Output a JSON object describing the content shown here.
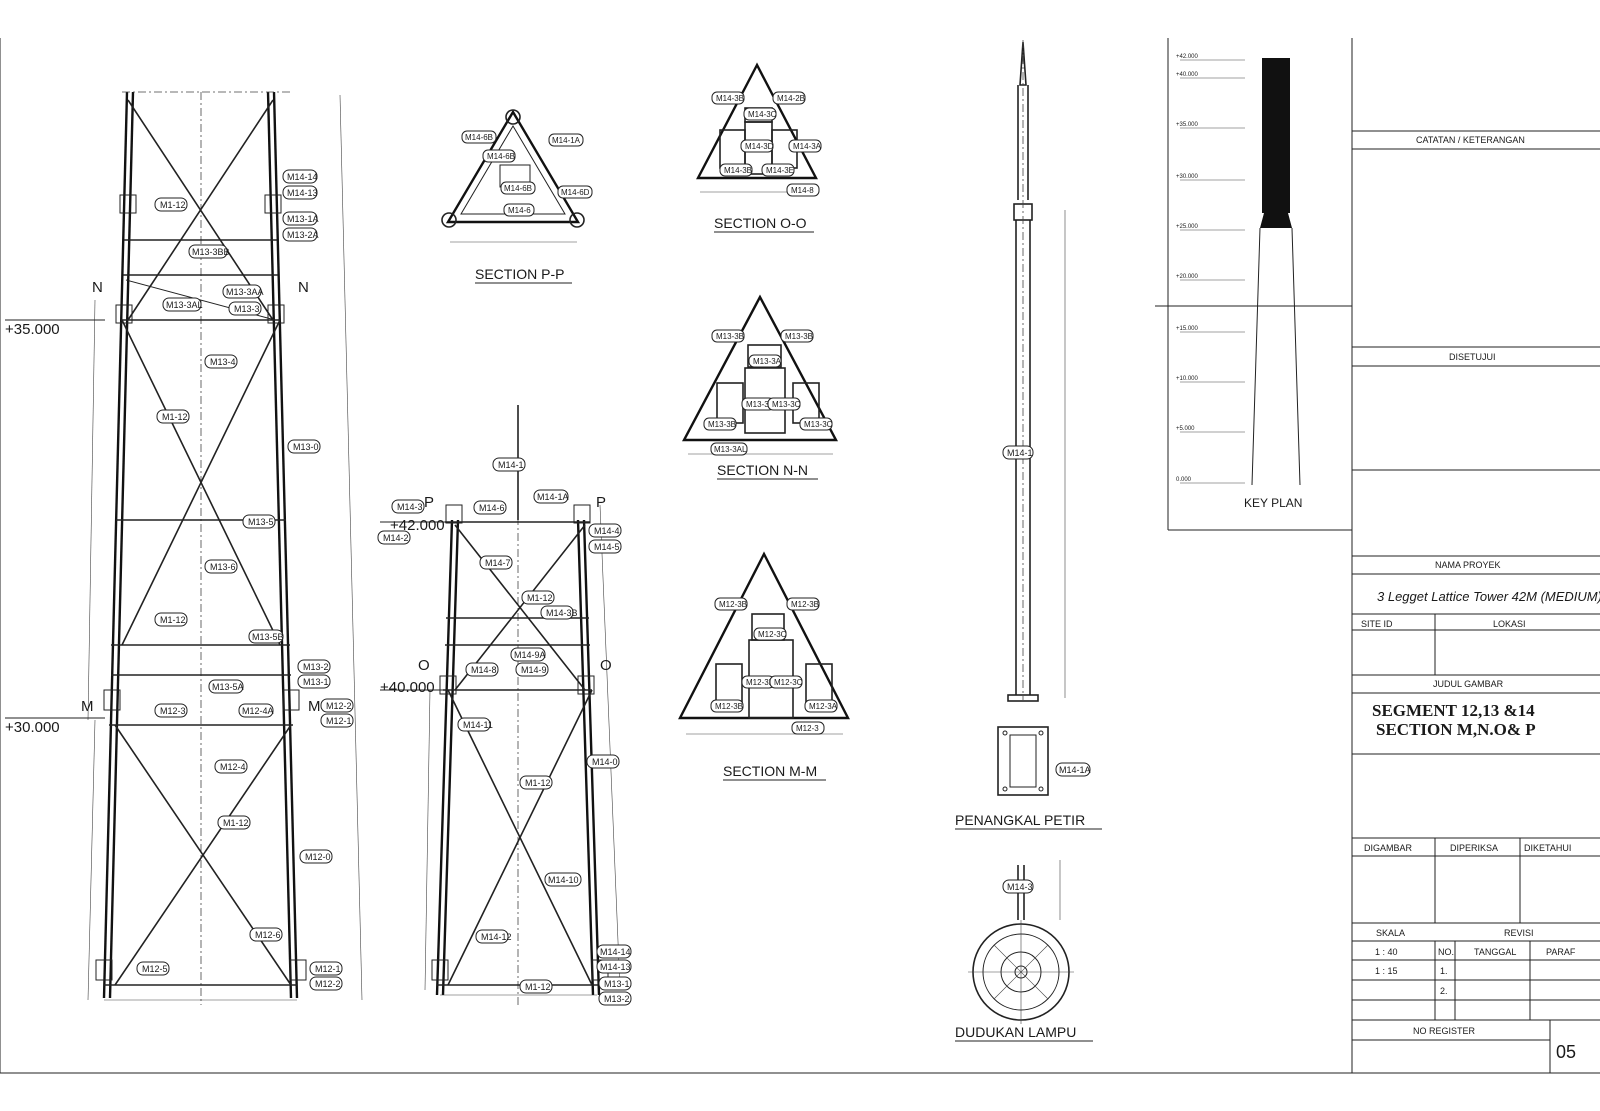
{
  "elevations": {
    "left": [
      "+35.000",
      "+30.000"
    ],
    "middle": [
      "+42.000",
      "+40.000"
    ]
  },
  "section_cut_marks": [
    "N",
    "N",
    "M",
    "M",
    "P",
    "P",
    "O",
    "O"
  ],
  "sections": {
    "pp": "SECTION P-P",
    "oo": "SECTION O-O",
    "nn": "SECTION N-N",
    "mm": "SECTION M-M"
  },
  "details": {
    "petir": "PENANGKAL PETIR",
    "lampu": "DUDUKAN LAMPU",
    "key_plan": "KEY PLAN"
  },
  "member_tags": {
    "left_tower": [
      "M14-14",
      "M14-13",
      "M13-1A",
      "M13-2A",
      "M1-12",
      "M13-3BB",
      "M13-3AL",
      "M13-3AA",
      "M13-3",
      "M1-12",
      "M13-4",
      "M13-5",
      "M13-6",
      "M13-0",
      "M1-12",
      "M13-5B",
      "M13-5A",
      "M13-2",
      "M13-1",
      "M12-3",
      "M12-4A",
      "M12-2",
      "M12-1",
      "M12-4",
      "M1-12",
      "M12-0",
      "M12-6",
      "M12-5",
      "M12-1",
      "M12-2"
    ],
    "mid_tower": [
      "M14-3",
      "M14-2",
      "M14-6",
      "M14-1A",
      "M14-4",
      "M14-5",
      "M14-7",
      "M1-12",
      "M14-3B",
      "M14-9A",
      "M14-8",
      "M14-9",
      "M14-11",
      "M1-12",
      "M14-0",
      "M14-10",
      "M14-12",
      "M1-12",
      "M14-14",
      "M14-13",
      "M13-1",
      "M13-2",
      "M14-1"
    ],
    "section_pp": [
      "M14-6B",
      "M14-6B",
      "M14-1A",
      "M14-6",
      "M14-6B",
      "M14-6D"
    ],
    "section_oo": [
      "M14-3B",
      "M14-2B",
      "M14-3C",
      "M14-3D",
      "M14-3B",
      "M14-3A",
      "M14-3E",
      "M14-8"
    ],
    "section_nn": [
      "M13-3B",
      "M13-3B",
      "M13-3A",
      "M13-3B",
      "M13-3D",
      "M13-3C",
      "M13-3C",
      "M13-3AL"
    ],
    "section_mm": [
      "M12-3B",
      "M12-3B",
      "M12-3C",
      "M12-3B",
      "M12-3D",
      "M12-3C",
      "M12-3A",
      "M12-3"
    ],
    "petir": [
      "M14-1",
      "M14-1A"
    ],
    "lampu": [
      "M14-3"
    ]
  },
  "key_plan_levels": [
    "+42.000",
    "+40.000",
    "+35.000",
    "+30.000",
    "+25.000",
    "+20.000",
    "+15.000",
    "+10.000",
    "+5.000",
    "0.000"
  ],
  "title_block": {
    "catatan": "CATATAN / KETERANGAN",
    "disetujui": "DISETUJUI",
    "nama_proyek_label": "NAMA PROYEK",
    "nama_proyek": "3 Legget Lattice Tower 42M (MEDIUM)",
    "site_id": "SITE ID",
    "lokasi": "LOKASI",
    "judul_label": "JUDUL GAMBAR",
    "judul_line1": "SEGMENT 12,13 &14",
    "judul_line2": "SECTION M,N.O& P",
    "digambar": "DIGAMBAR",
    "diperiksa": "DIPERIKSA",
    "diketahui": "DIKETAHUI",
    "skala": "SKALA",
    "revisi": "REVISI",
    "scales": [
      "1 : 40",
      "1 : 15"
    ],
    "rev_cols": [
      "NO.",
      "TANGGAL",
      "PARAF"
    ],
    "rev_rows": [
      "1.",
      "2."
    ],
    "no_register": "NO REGISTER",
    "sheet_no": "05"
  }
}
